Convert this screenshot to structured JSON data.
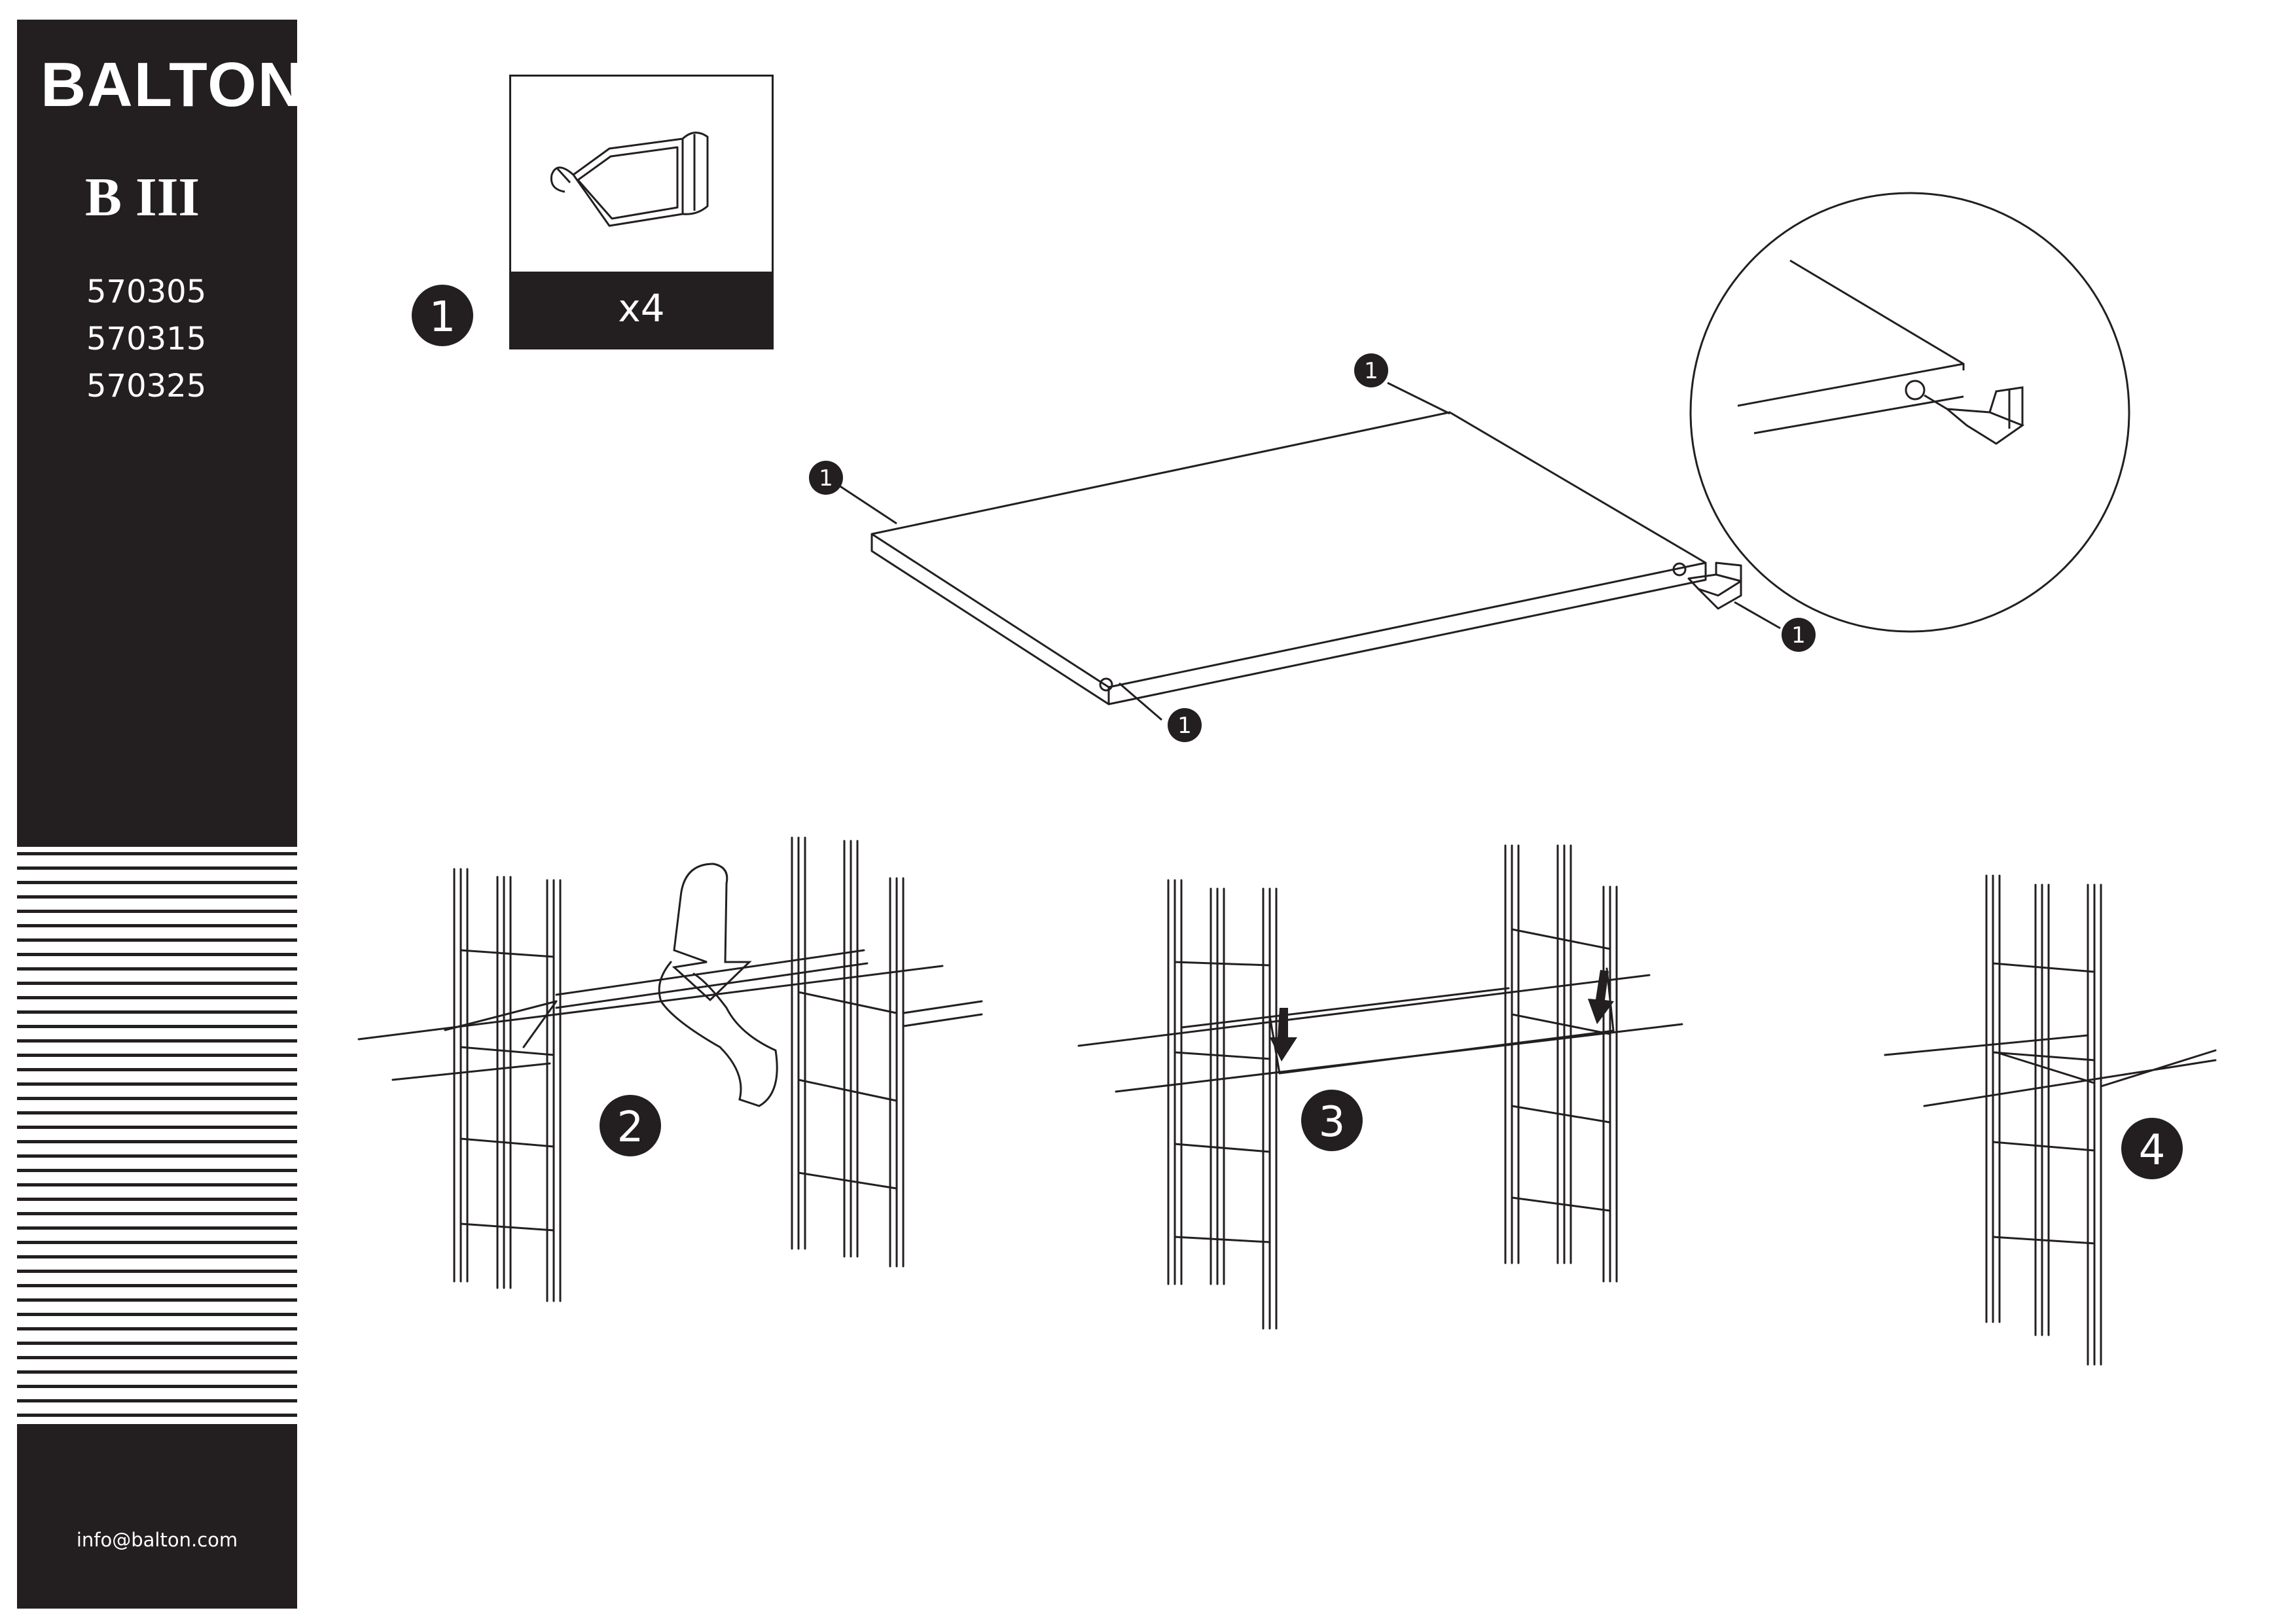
{
  "brand": {
    "name": "BALTON",
    "registered_mark": "®"
  },
  "product": {
    "model": "B III",
    "codes": [
      "570305",
      "570315",
      "570325"
    ]
  },
  "contact": {
    "email": "info@balton.com"
  },
  "parts": {
    "quantity_label": "x4",
    "callout": "1"
  },
  "steps": [
    "1",
    "2",
    "3",
    "4"
  ],
  "colors": {
    "ink": "#231f20",
    "paper": "#ffffff"
  }
}
